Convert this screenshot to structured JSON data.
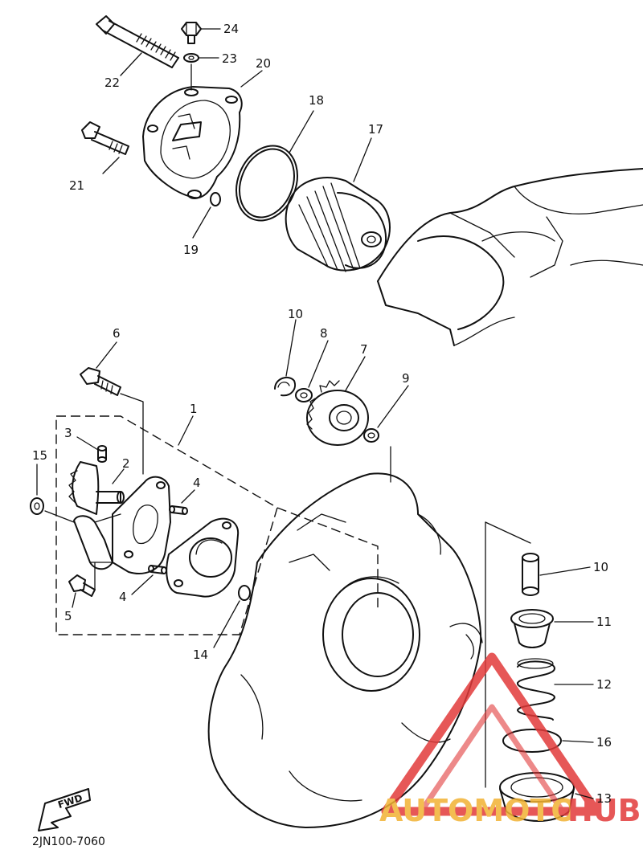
{
  "diagram": {
    "code": "2JN100-7060",
    "fwd_label": "FWD",
    "callouts": [
      {
        "id": "c1",
        "text": "1"
      },
      {
        "id": "c2",
        "text": "2"
      },
      {
        "id": "c3",
        "text": "3"
      },
      {
        "id": "c4a",
        "text": "4"
      },
      {
        "id": "c4b",
        "text": "4"
      },
      {
        "id": "c5",
        "text": "5"
      },
      {
        "id": "c6",
        "text": "6"
      },
      {
        "id": "c7",
        "text": "7"
      },
      {
        "id": "c8",
        "text": "8"
      },
      {
        "id": "c9",
        "text": "9"
      },
      {
        "id": "c10a",
        "text": "10"
      },
      {
        "id": "c10b",
        "text": "10"
      },
      {
        "id": "c11",
        "text": "11"
      },
      {
        "id": "c12",
        "text": "12"
      },
      {
        "id": "c13",
        "text": "13"
      },
      {
        "id": "c14",
        "text": "14"
      },
      {
        "id": "c15",
        "text": "15"
      },
      {
        "id": "c16",
        "text": "16"
      },
      {
        "id": "c17",
        "text": "17"
      },
      {
        "id": "c18",
        "text": "18"
      },
      {
        "id": "c19",
        "text": "19"
      },
      {
        "id": "c20",
        "text": "20"
      },
      {
        "id": "c21",
        "text": "21"
      },
      {
        "id": "c22",
        "text": "22"
      },
      {
        "id": "c23",
        "text": "23"
      },
      {
        "id": "c24",
        "text": "24"
      }
    ]
  },
  "watermark": {
    "text_part1": "AUTOMOTO",
    "text_part2": "HUB",
    "color_triangle": "#e23a3a",
    "color_text1": "#f2b233",
    "color_text2": "#e23a3a"
  }
}
